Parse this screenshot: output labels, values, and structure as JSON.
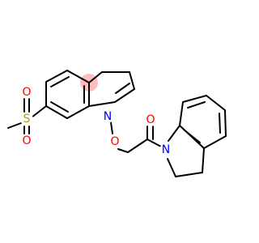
{
  "colors": {
    "bond": "#000000",
    "carbon": "#000000",
    "nitrogen": "#0000ff",
    "oxygen": "#ff0000",
    "sulfur": "#b8a000",
    "aromatic_highlight": "#ffbcbc"
  },
  "atoms": {
    "n_indole": {
      "label": "N",
      "element": "nitrogen"
    },
    "o_ether": {
      "label": "O",
      "element": "oxygen"
    },
    "o_carbonyl": {
      "label": "O",
      "element": "oxygen"
    },
    "n_indoline": {
      "label": "N",
      "element": "nitrogen"
    },
    "s_sulfonyl": {
      "label": "S",
      "element": "sulfur"
    },
    "o_sulfonyl_top": {
      "label": "O",
      "element": "oxygen"
    },
    "o_sulfonyl_bottom": {
      "label": "O",
      "element": "oxygen"
    }
  }
}
